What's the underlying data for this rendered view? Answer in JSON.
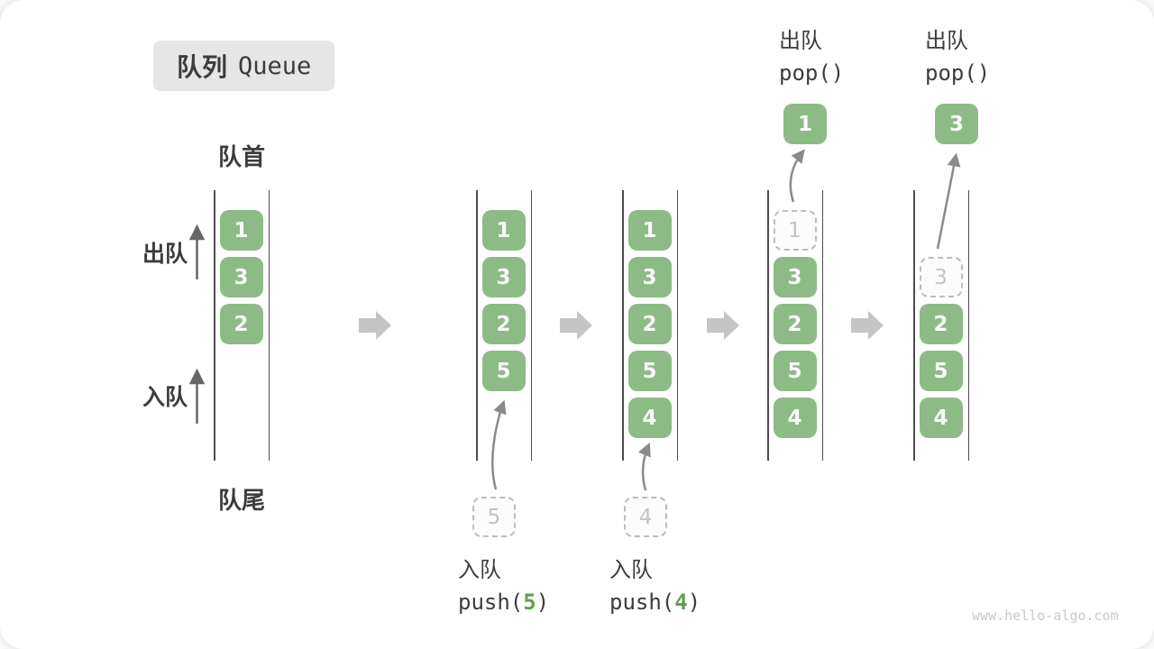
{
  "title": {
    "zh": "队列",
    "en": "Queue"
  },
  "labels": {
    "front": "队首",
    "rear": "队尾",
    "dequeue": "出队",
    "enqueue": "入队"
  },
  "columns": [
    {
      "cells": [
        {
          "value": "1"
        },
        {
          "value": "3"
        },
        {
          "value": "2"
        }
      ]
    },
    {
      "cells": [
        {
          "value": "1"
        },
        {
          "value": "3"
        },
        {
          "value": "2"
        },
        {
          "value": "5"
        }
      ]
    },
    {
      "cells": [
        {
          "value": "1"
        },
        {
          "value": "3"
        },
        {
          "value": "2"
        },
        {
          "value": "5"
        },
        {
          "value": "4"
        }
      ]
    },
    {
      "cells": [
        {
          "value": "1",
          "ghost": true
        },
        {
          "value": "3"
        },
        {
          "value": "2"
        },
        {
          "value": "5"
        },
        {
          "value": "4"
        }
      ]
    },
    {
      "cells": [
        {
          "value": "3",
          "ghost": true
        },
        {
          "value": "2"
        },
        {
          "value": "5"
        },
        {
          "value": "4"
        }
      ]
    }
  ],
  "operations": {
    "push5": {
      "label": "入队",
      "fn_pre": "push(",
      "arg": "5",
      "fn_post": ")",
      "staged_value": "5"
    },
    "push4": {
      "label": "入队",
      "fn_pre": "push(",
      "arg": "4",
      "fn_post": ")",
      "staged_value": "4"
    },
    "pop1": {
      "label": "出队",
      "fn": "pop()",
      "popped_value": "1"
    },
    "pop2": {
      "label": "出队",
      "fn": "pop()",
      "popped_value": "3"
    }
  },
  "watermark": "www.hello-algo.com",
  "colors": {
    "element_green": "#8cbb85",
    "arg_green": "#5fa04e",
    "ghost_gray": "#c2c2c2",
    "ghost_border": "#bdbdbd",
    "wall_gray": "#4d4d4d",
    "text_dark": "#3c3c3c",
    "transition_arrow_gray": "#c5c5c5",
    "motion_arrow_gray": "#8a8a8a",
    "label_arrow_gray": "#666666",
    "title_bg": "#e6e6e6",
    "watermark_gray": "#c9c9c9"
  }
}
